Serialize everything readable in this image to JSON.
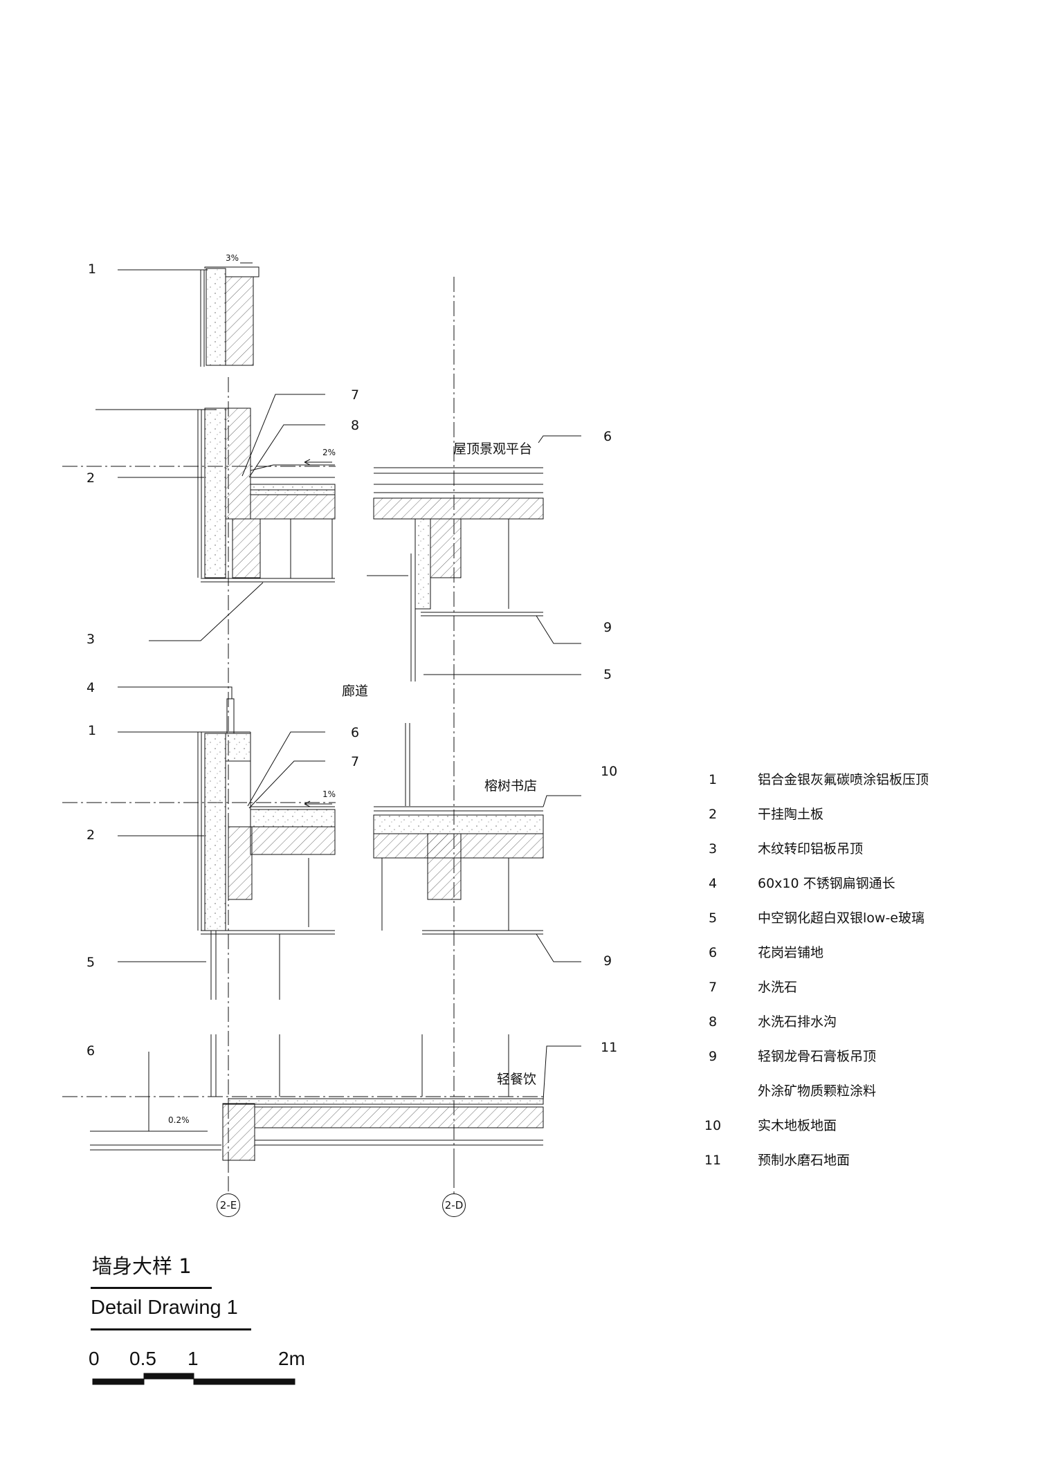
{
  "callouts_left": [
    {
      "id": "c1-top",
      "text": "1"
    },
    {
      "id": "c2-top",
      "text": "2"
    },
    {
      "id": "c3",
      "text": "3"
    },
    {
      "id": "c4",
      "text": "4"
    },
    {
      "id": "c1-mid",
      "text": "1"
    },
    {
      "id": "c2-mid",
      "text": "2"
    },
    {
      "id": "c5-left",
      "text": "5"
    },
    {
      "id": "c6-bottom",
      "text": "6"
    }
  ],
  "callouts_mid": [
    {
      "id": "c7-top",
      "text": "7"
    },
    {
      "id": "c8",
      "text": "8"
    },
    {
      "id": "c6-mid",
      "text": "6"
    },
    {
      "id": "c7-mid",
      "text": "7"
    }
  ],
  "callouts_right": [
    {
      "id": "c6-right",
      "text": "6"
    },
    {
      "id": "c9-top",
      "text": "9"
    },
    {
      "id": "c5-right",
      "text": "5"
    },
    {
      "id": "c10",
      "text": "10"
    },
    {
      "id": "c9-bottom",
      "text": "9"
    },
    {
      "id": "c11",
      "text": "11"
    }
  ],
  "rooms": {
    "roof_terrace": "屋顶景观平台",
    "corridor": "廊道",
    "bookstore": "榕树书店",
    "light_dining": "轻餐饮"
  },
  "slopes": {
    "parapet": "3%",
    "roof": "2%",
    "floor": "1%",
    "ground": "0.2%"
  },
  "grid_axes": [
    "2-E",
    "2-D"
  ],
  "legend": [
    {
      "num": "1",
      "text": "铝合金银灰氟碳喷涂铝板压顶"
    },
    {
      "num": "2",
      "text": "干挂陶土板"
    },
    {
      "num": "3",
      "text": "木纹转印铝板吊顶"
    },
    {
      "num": "4",
      "text": "60x10 不锈钢扁钢通长"
    },
    {
      "num": "5",
      "text": "中空钢化超白双银low-e玻璃"
    },
    {
      "num": "6",
      "text": "花岗岩铺地"
    },
    {
      "num": "7",
      "text": "水洗石"
    },
    {
      "num": "8",
      "text": "水洗石排水沟"
    },
    {
      "num": "9",
      "text": "轻钢龙骨石膏板吊顶"
    },
    {
      "num": "",
      "text": "外涂矿物质颗粒涂料"
    },
    {
      "num": "10",
      "text": "实木地板地面"
    },
    {
      "num": "11",
      "text": "预制水磨石地面"
    }
  ],
  "title": {
    "cn": "墙身大样 1",
    "en": "Detail Drawing 1"
  },
  "scale_bar": {
    "labels": [
      "0",
      "0.5",
      "1",
      "2m"
    ]
  }
}
